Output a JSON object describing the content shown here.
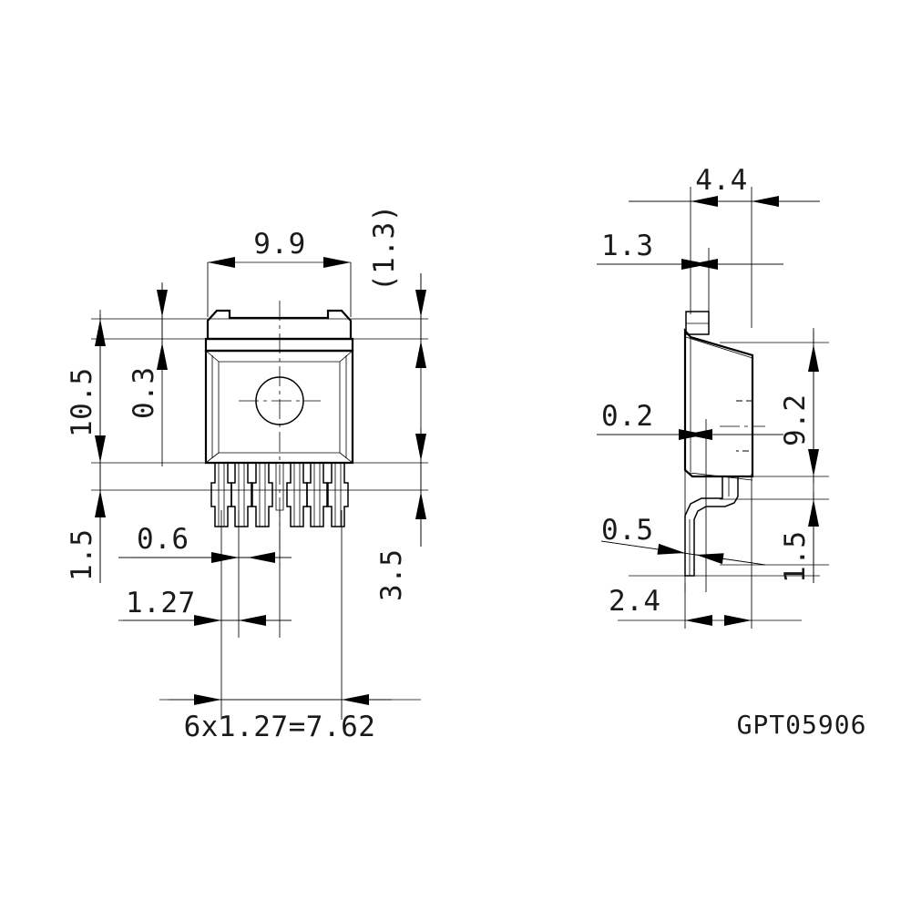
{
  "document": {
    "type": "mechanical-package-outline-drawing",
    "background_color": "#ffffff",
    "line_color": "#000000",
    "units_note": "millimeters",
    "part_label": "GPT05906"
  },
  "front_view": {
    "name": "front-view",
    "dimensions": {
      "body_width": "9.9",
      "tab_thickness_ref": "(1.3)",
      "total_height": "10.5",
      "tab_height": "0.3",
      "lead_shoulder": "1.5",
      "lead_width": "0.6",
      "lead_pitch": "1.27",
      "lead_span_note": "6x1.27=7.62",
      "lead_length": "3.5"
    },
    "pin_count": 7,
    "visible_pins": 6,
    "mounting_hole": true
  },
  "side_view": {
    "name": "side-view",
    "dimensions": {
      "body_depth": "4.4",
      "tab_offset": "1.3",
      "lead_thickness": "0.2",
      "body_height": "9.2",
      "foot_length": "0.5",
      "standoff": "1.5",
      "foot_span": "2.4"
    }
  },
  "labels": {
    "dim_9_9": "9.9",
    "dim_1_3_paren": "(1.3)",
    "dim_10_5": "10.5",
    "dim_0_3": "0.3",
    "dim_1_5_left": "1.5",
    "dim_0_6": "0.6",
    "dim_1_27": "1.27",
    "dim_3_5": "3.5",
    "dim_pitch_total": "6x1.27=7.62",
    "dim_4_4": "4.4",
    "dim_1_3": "1.3",
    "dim_0_2": "0.2",
    "dim_9_2": "9.2",
    "dim_0_5": "0.5",
    "dim_1_5_right": "1.5",
    "dim_2_4": "2.4",
    "part_number": "GPT05906"
  }
}
